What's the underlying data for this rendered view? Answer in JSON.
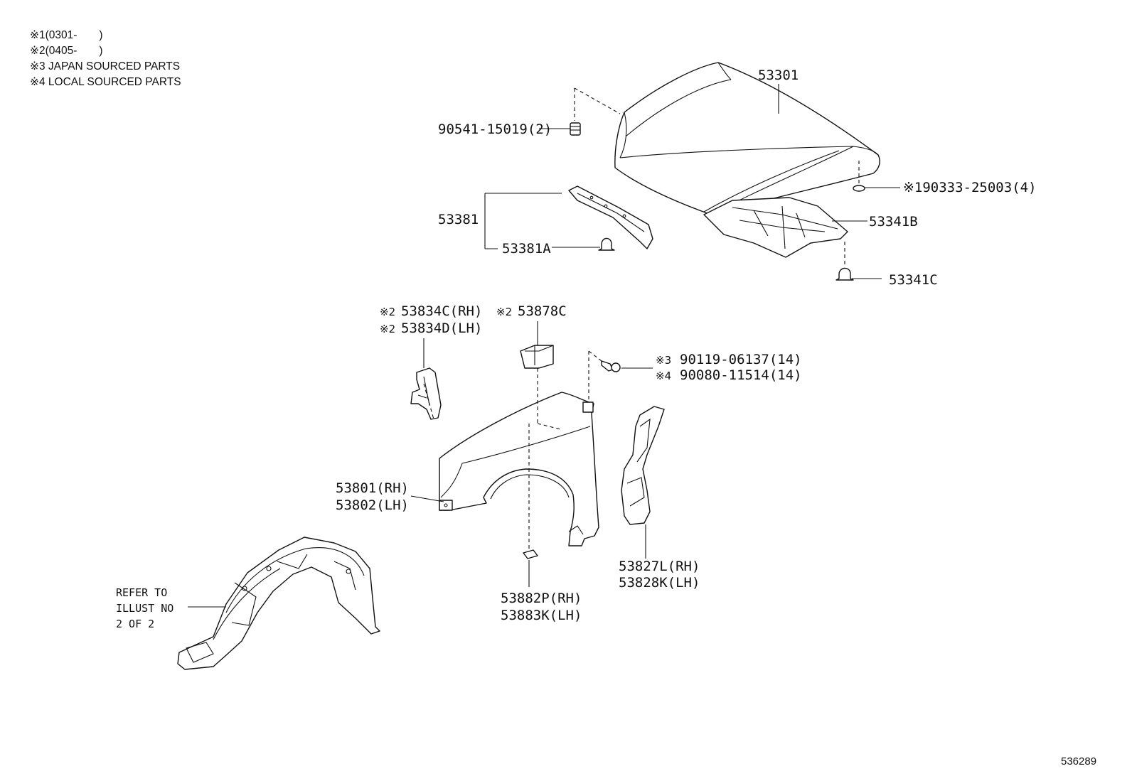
{
  "notes": [
    {
      "mark": "※1",
      "text": "(0301-　　)"
    },
    {
      "mark": "※2",
      "text": "(0405-　　)"
    },
    {
      "mark": "※3",
      "text": " JAPAN SOURCED PARTS"
    },
    {
      "mark": "※4",
      "text": " LOCAL SOURCED PARTS"
    }
  ],
  "labels": {
    "hood": "53301",
    "hood_bumper": "90541-15019(2)",
    "hood_seal_marked": "※190333-25003(4)",
    "hood_insulator": "53341B",
    "insulator_clip": "53341C",
    "hood_seal_strip": "53381",
    "seal_clip": "53381A",
    "fender_bracket_mark": "※2",
    "fender_bracket_rh": "53834C(RH)",
    "fender_bracket_lh_mark": "※2",
    "fender_bracket_lh": "53834D(LH)",
    "fender_block_mark": "※2",
    "fender_block": "53878C",
    "bolt_jp_mark": "※3",
    "bolt_jp": "90119-06137(14)",
    "bolt_local_mark": "※4",
    "bolt_local": "90080-11514(14)",
    "fender_rh": "53801(RH)",
    "fender_lh": "53802(LH)",
    "fender_seal_rh": "53827L(RH)",
    "fender_seal_lh": "53828K(LH)",
    "fender_cushion_rh": "53882P(RH)",
    "fender_cushion_lh": "53883K(LH)"
  },
  "reference": {
    "line1": "REFER TO",
    "line2": "ILLUST NO",
    "line3": "2 OF 2"
  },
  "illustration_id": "536289"
}
